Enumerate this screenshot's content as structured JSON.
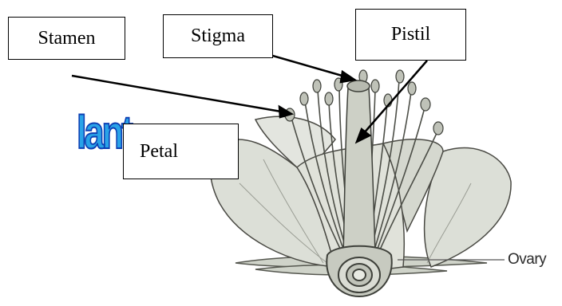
{
  "labels": {
    "stamen": "Stamen",
    "stigma": "Stigma",
    "pistil": "Pistil",
    "petal": "Petal",
    "ovary": "Ovary"
  },
  "title_fragment": "lant",
  "colors": {
    "petal_fill": "#d9dcd4",
    "petal_stroke": "#4a4a44",
    "title_fill": "#29a3e8",
    "title_stroke": "#0d3fb3"
  }
}
